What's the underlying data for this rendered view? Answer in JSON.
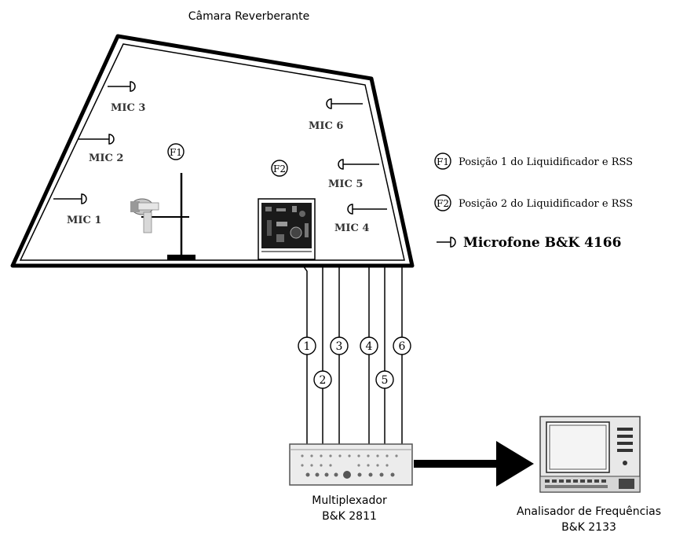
{
  "title": "Câmara Reverberante",
  "microphones": [
    "MIC 1",
    "MIC 2",
    "MIC 3",
    "MIC 4",
    "MIC 5",
    "MIC 6"
  ],
  "positions": {
    "f1": "F1",
    "f2": "F2"
  },
  "legend": {
    "f1_text": "Posição 1  do Liquidificador e RSS",
    "f2_text": "Posição 2 do Liquidificador e RSS",
    "mic_text": "Microfone B&K 4166"
  },
  "channels": [
    "1",
    "2",
    "3",
    "4",
    "5",
    "6"
  ],
  "multiplexer": {
    "line1": "Multiplexador",
    "line2": "B&K 2811"
  },
  "analyzer": {
    "line1": "Analisador de Frequências",
    "line2": "B&K 2133"
  }
}
